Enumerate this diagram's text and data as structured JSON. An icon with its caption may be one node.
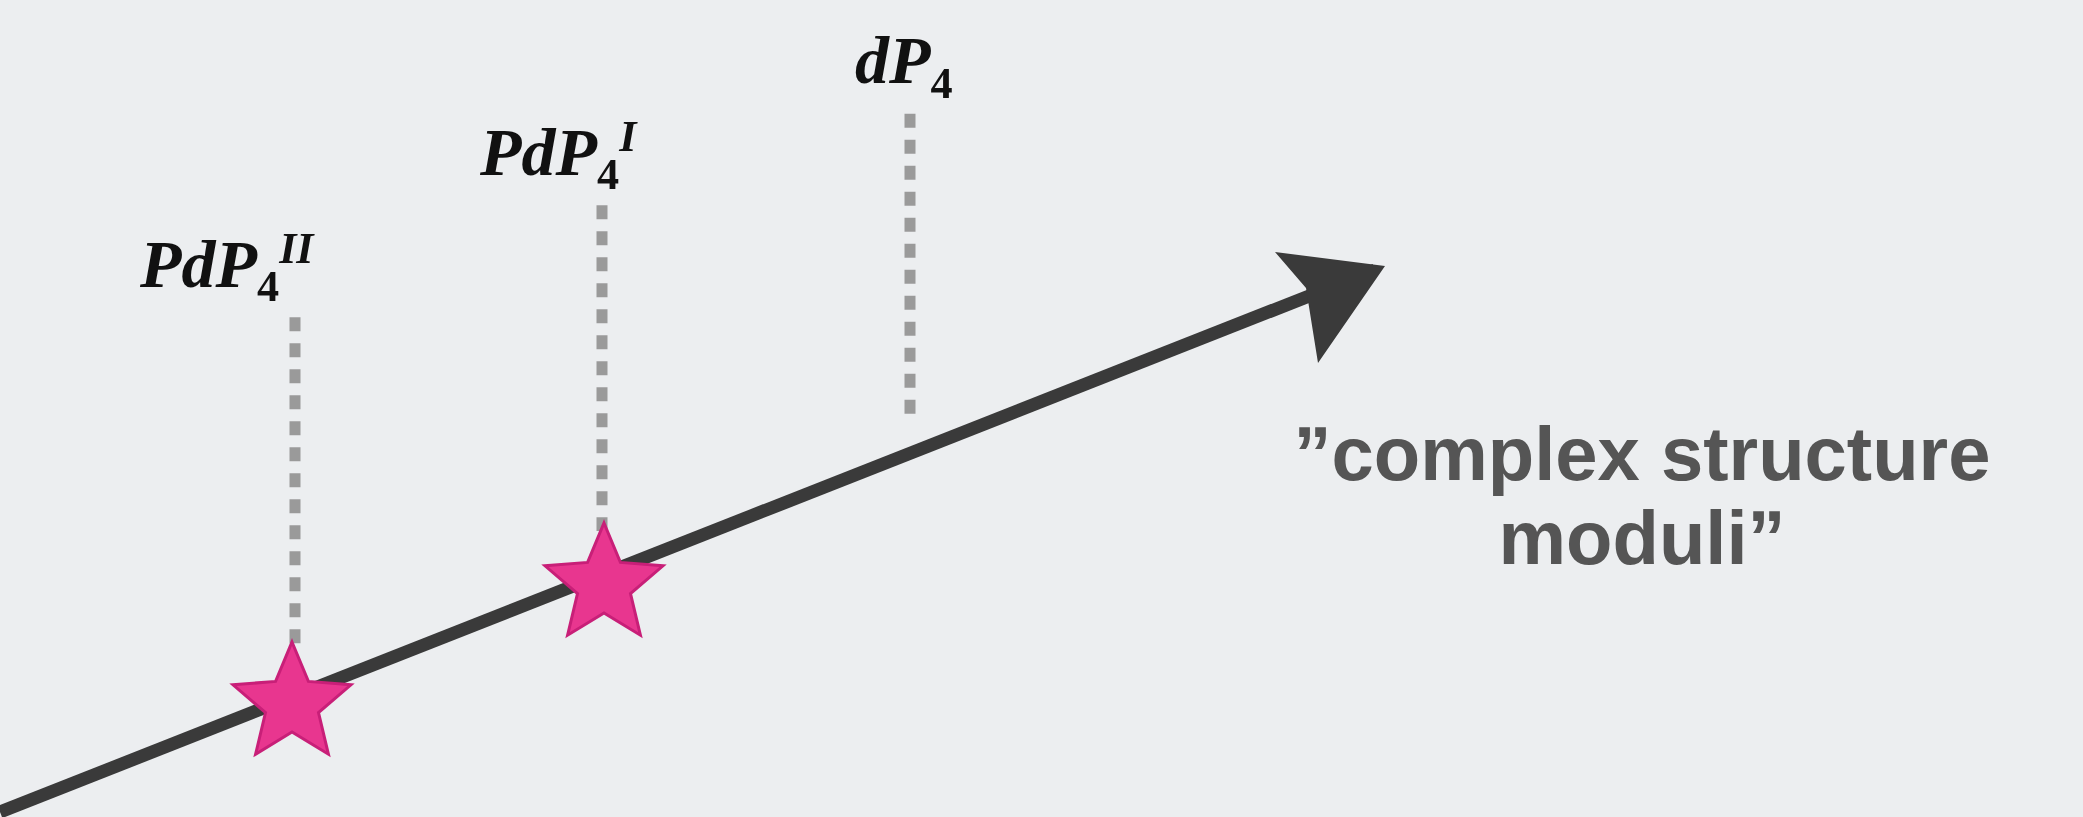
{
  "diagram": {
    "nodes": [
      {
        "text": [
          "*dP*$_{4}$"
        ]
      },
      {
        "text": [
          "*PdP*$_{4}$$^{I}$"
        ]
      },
      {
        "text": [
          "*PdP*$_{4}$$^{II}$"
        ]
      },
      {
        "text": [],
        "shape": "star"
      },
      {
        "text": [],
        "shape": "star"
      }
    ],
    "edges": [
      {
        "from": 0,
        "to": null,
        "arrow": "none",
        "style": "dashed"
      },
      {
        "from": 1,
        "to": 3,
        "arrow": "none",
        "style": "dashed"
      },
      {
        "from": 2,
        "to": 4,
        "arrow": "none",
        "style": "dashed"
      }
    ],
    "labels": [
      "”complex structure moduli”"
    ]
  }
}
